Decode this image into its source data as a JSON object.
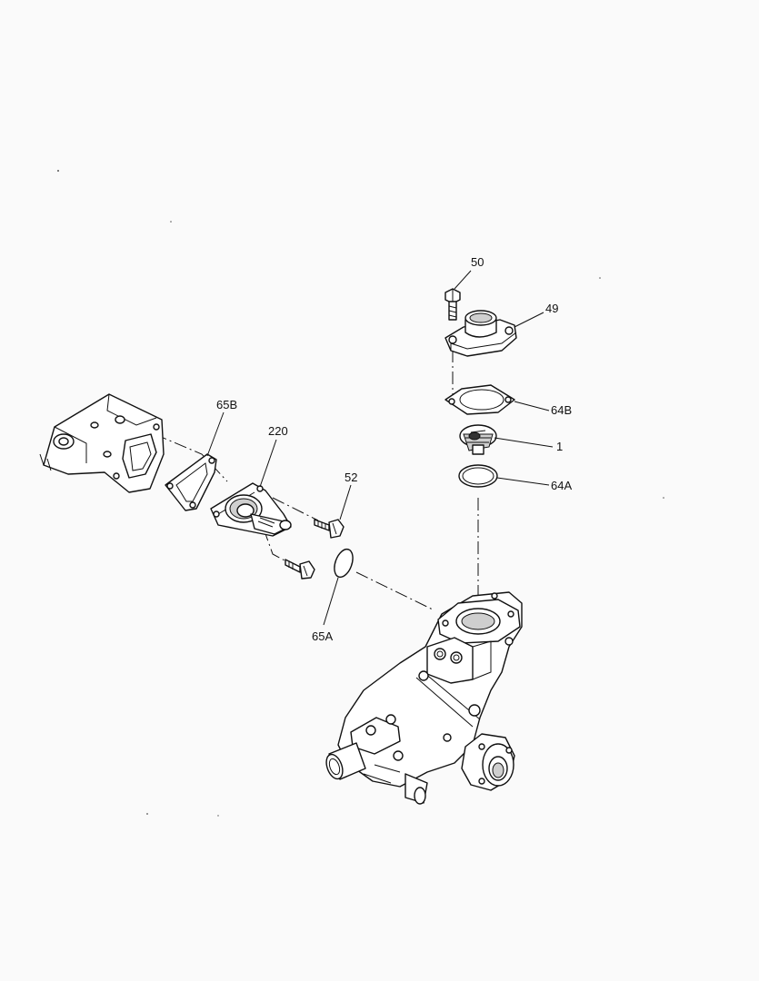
{
  "callouts": {
    "c50": "50",
    "c49": "49",
    "c64b": "64B",
    "c1": "1",
    "c64a": "64A",
    "c65b": "65B",
    "c220": "220",
    "c52": "52",
    "c65a": "65A"
  }
}
